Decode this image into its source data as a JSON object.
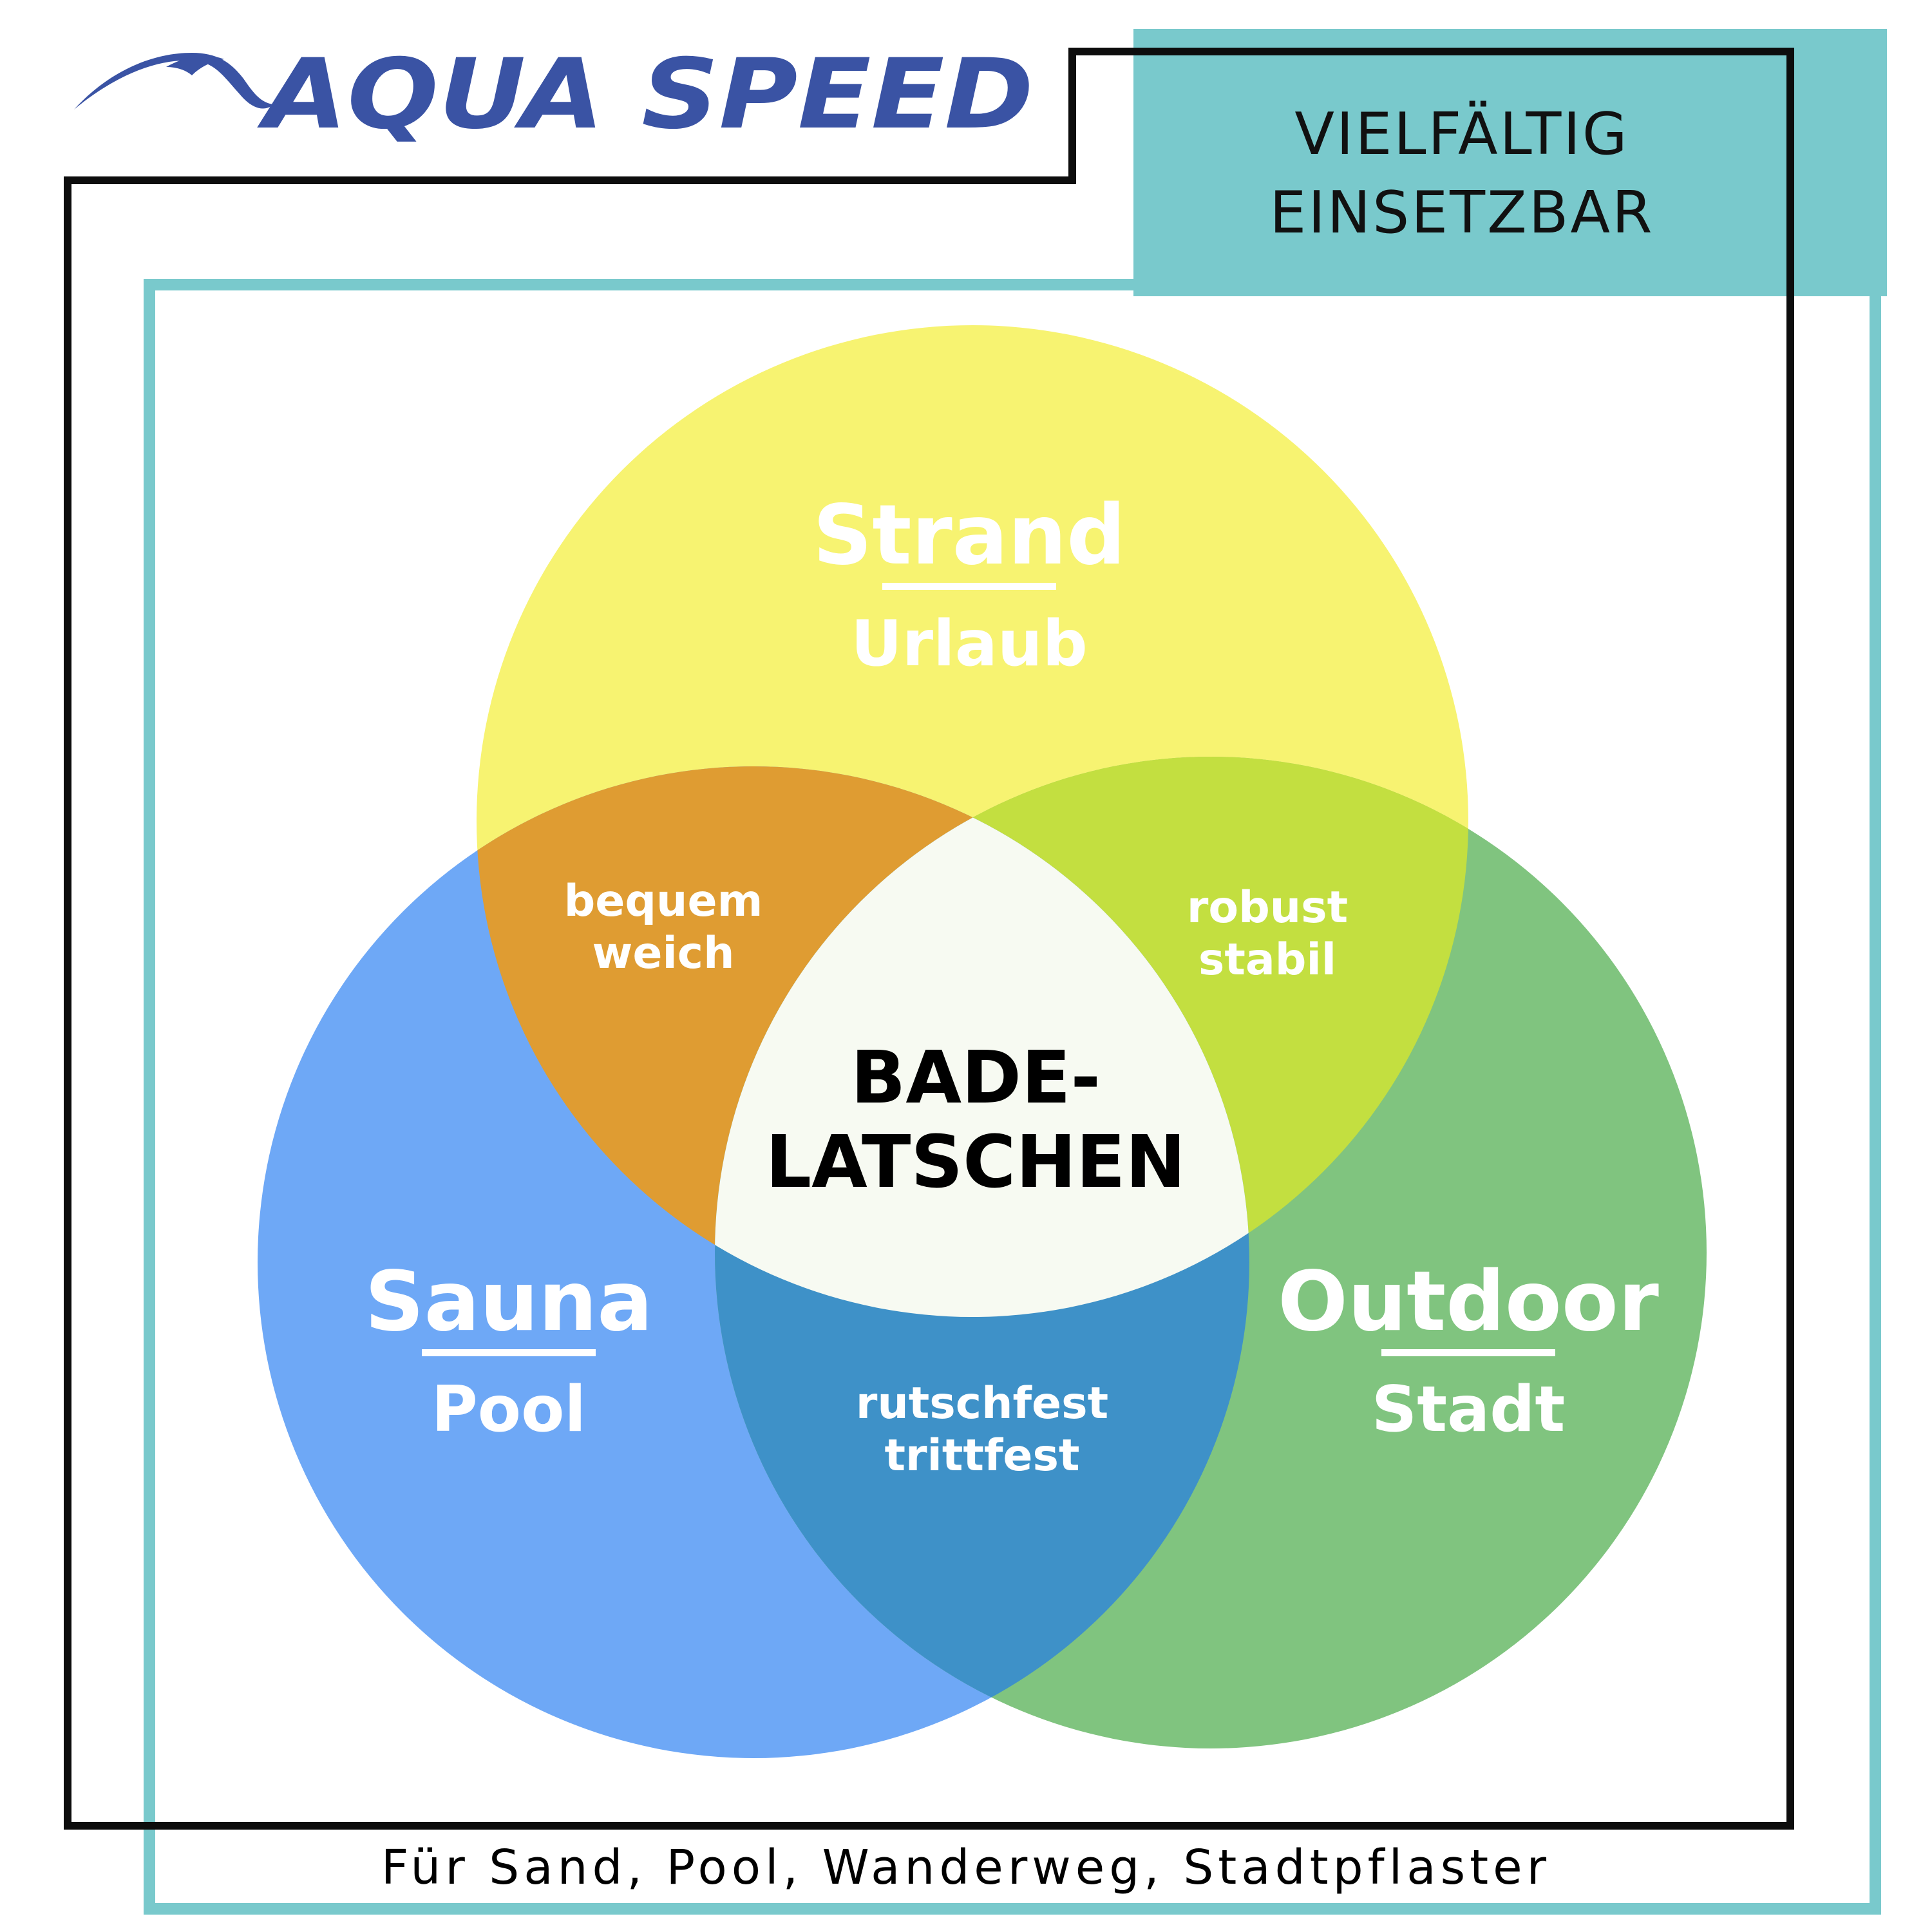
{
  "brand": {
    "name": "AQUA SPEED",
    "color": "#3a53a4"
  },
  "badge": {
    "line1": "VIELFÄLTIG",
    "line2": "EINSETZBAR",
    "color": "#79c9cc"
  },
  "footer": {
    "text": "Für Sand, Pool, Wanderweg, Stadtpflaster"
  },
  "diagram": {
    "center_line1": "BADE-",
    "center_line2": "LATSCHEN",
    "sets": [
      {
        "title": "Strand",
        "subtitle": "Urlaub",
        "color": "#f7f371"
      },
      {
        "title": "Sauna",
        "subtitle": "Pool",
        "color": "#6ea8f6"
      },
      {
        "title": "Outdoor",
        "subtitle": "Stadt",
        "color": "#80c47f"
      }
    ],
    "overlaps": [
      {
        "line1": "bequem",
        "line2": "weich",
        "color": "#df9c32"
      },
      {
        "line1": "robust",
        "line2": "stabil",
        "color": "#c3df40"
      },
      {
        "line1": "rutschfest",
        "line2": "trittfest",
        "color": "#3e91c8"
      }
    ],
    "center_color": "#f7faf2"
  }
}
